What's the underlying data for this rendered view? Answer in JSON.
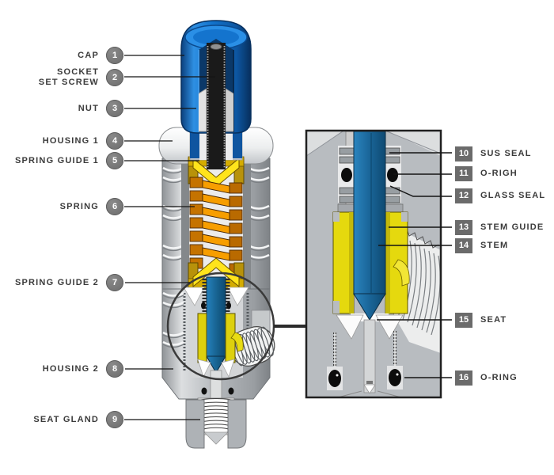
{
  "diagram": {
    "subject": "Relief valve cross-section assembly diagram with magnified detail view",
    "callouts_left": [
      {
        "num": "1",
        "label": "CAP"
      },
      {
        "num": "2",
        "label": "SOCKET\nSET SCREW"
      },
      {
        "num": "3",
        "label": "NUT"
      },
      {
        "num": "4",
        "label": "HOUSING 1"
      },
      {
        "num": "5",
        "label": "SPRING GUIDE 1"
      },
      {
        "num": "6",
        "label": "SPRING"
      },
      {
        "num": "7",
        "label": "SPRING GUIDE 2"
      },
      {
        "num": "8",
        "label": "HOUSING 2"
      },
      {
        "num": "9",
        "label": "SEAT GLAND"
      }
    ],
    "callouts_right": [
      {
        "num": "10",
        "label": "SUS SEAL"
      },
      {
        "num": "11",
        "label": "O-RIGH"
      },
      {
        "num": "12",
        "label": "GLASS SEAL"
      },
      {
        "num": "13",
        "label": "STEM GUIDE"
      },
      {
        "num": "14",
        "label": "STEM"
      },
      {
        "num": "15",
        "label": "SEAT"
      },
      {
        "num": "16",
        "label": "O-RING"
      }
    ],
    "colors": {
      "cap_blue": "#1272ca",
      "cap_blue_dark": "#0b3f7c",
      "screw_black": "#1a1a1a",
      "nut_gray": "#e3e3e3",
      "housing_gray": "#b4b8bc",
      "spring_orange": "#ef8f00",
      "spring_orange_dark": "#c57300",
      "guide_yellow": "#ffe41c",
      "stem_blue": "#17628f",
      "seal_gray": "#989ea2",
      "oring_black": "#0c0c0c",
      "callout_circle_gray": "#757575",
      "callout_badge_gray": "#6b6b6b",
      "label_text": "#3b3b3b",
      "leader_line": "#141414"
    }
  }
}
